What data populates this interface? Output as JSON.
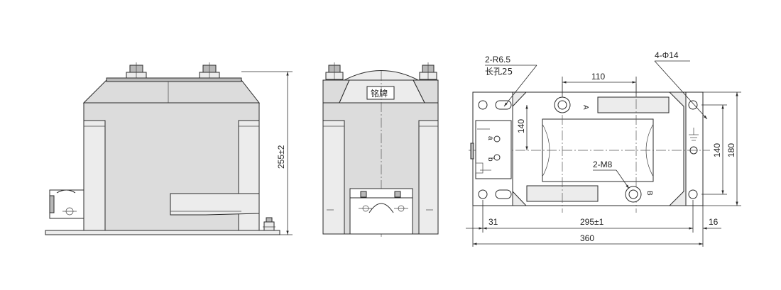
{
  "dimensions": {
    "height_side": "255±2",
    "width_110": "110",
    "height_140_top": "140",
    "height_140_right": "140",
    "height_180": "180",
    "width_295": "295±1",
    "width_360": "360",
    "left_31": "31",
    "right_16": "16"
  },
  "callouts": {
    "slot_radius": "2-R6.5",
    "slot_length": "长孔25",
    "mount_holes": "4-Φ14",
    "terminal_thread": "2-M8"
  },
  "labels": {
    "nameplate": "铭牌",
    "terminal_a_primary": "A",
    "terminal_b_primary": "B",
    "terminal_a_secondary": "a",
    "terminal_b_secondary": "b"
  }
}
